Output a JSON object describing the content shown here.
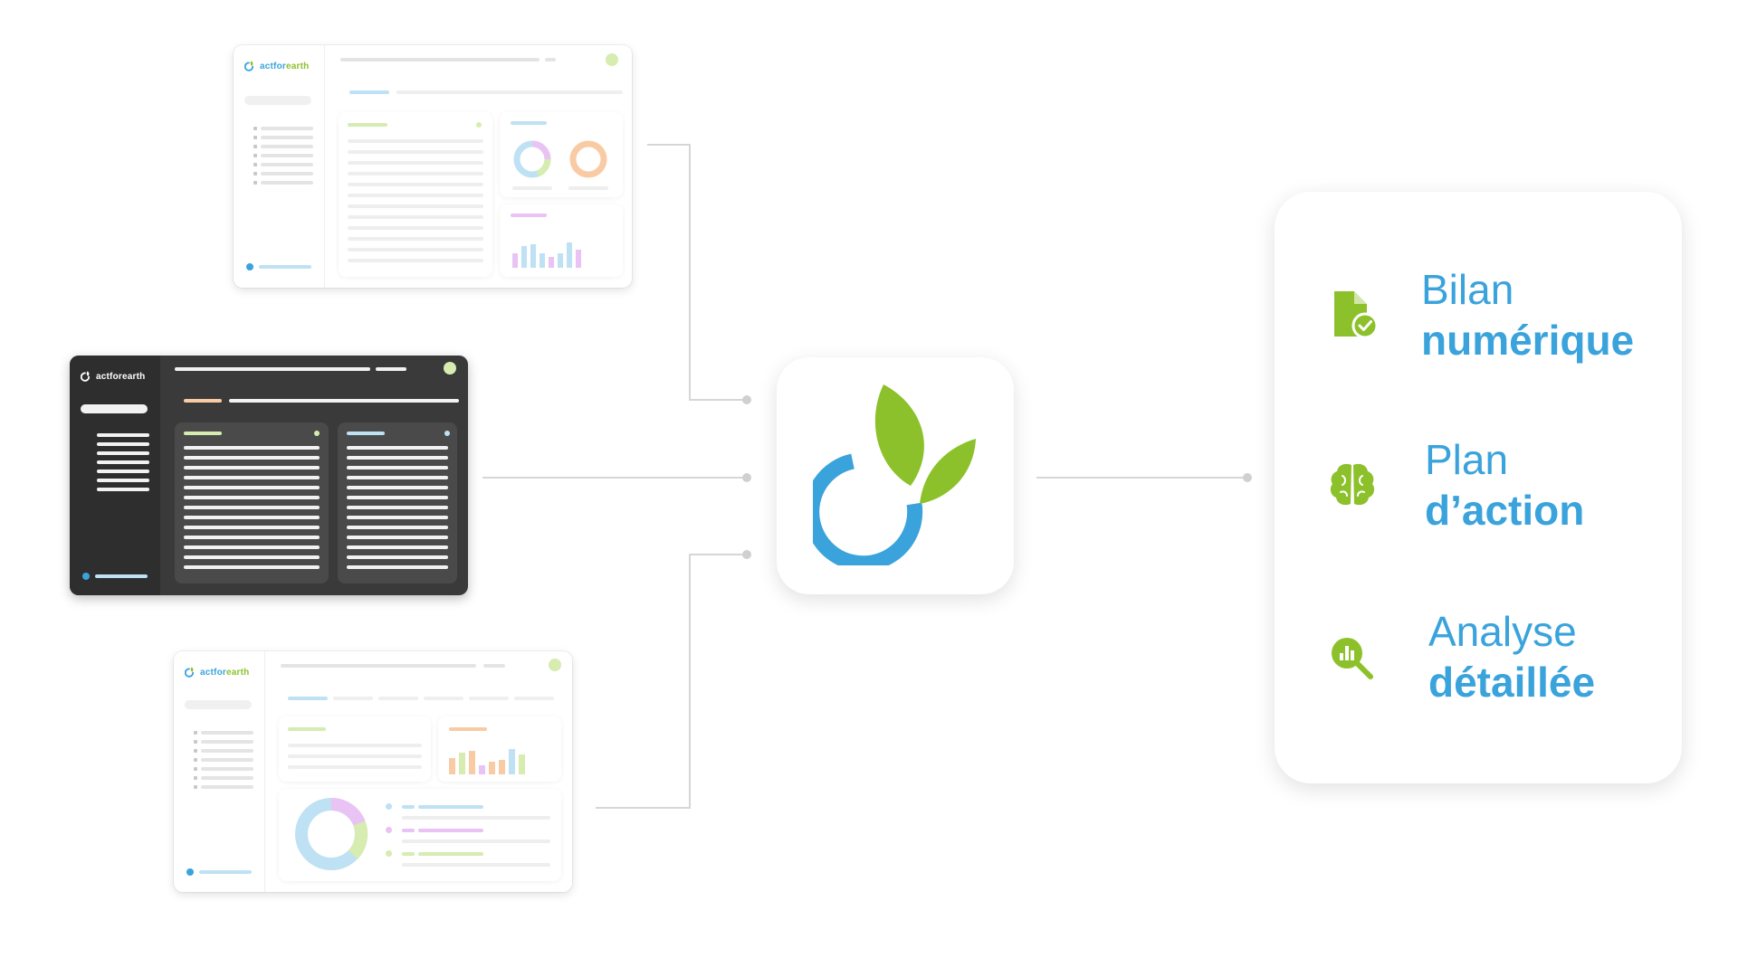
{
  "brand": {
    "part1": "actfor",
    "part2": "earth"
  },
  "colors": {
    "blue": "#3aa3dc",
    "green": "#8cc12b",
    "line": "#d4d4d4"
  },
  "center_logo": {
    "icon": "actforearth-logo-icon"
  },
  "features": [
    {
      "line1": "Bilan",
      "line2": "numérique",
      "icon": "document-check-icon"
    },
    {
      "line1": "Plan",
      "line2": "d’action",
      "icon": "brain-icon"
    },
    {
      "line1": "Analyse",
      "line2": "détaillée",
      "icon": "chart-search-icon"
    }
  ]
}
